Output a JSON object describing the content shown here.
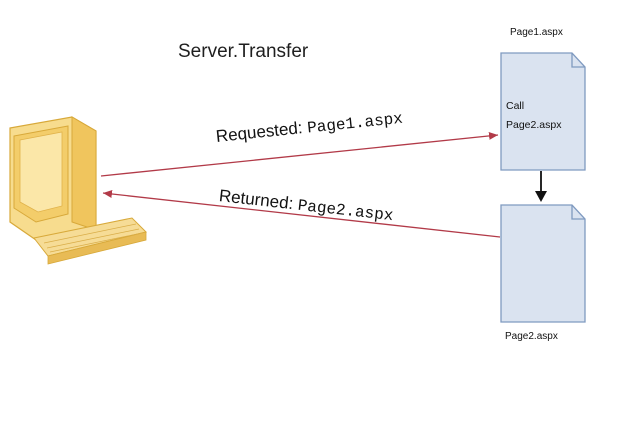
{
  "diagram": {
    "title": "Server.Transfer",
    "request": {
      "label": "Requested:",
      "page": "Page1.aspx"
    },
    "response": {
      "label": "Returned:",
      "page": "Page2.aspx"
    },
    "page1": {
      "caption": "Page1.aspx",
      "body_line1": "Call",
      "body_line2": "Page2.aspx"
    },
    "page2": {
      "caption": "Page2.aspx"
    },
    "icons": {
      "client": "computer-icon",
      "document": "document-icon"
    },
    "colors": {
      "arrow": "#b23a48",
      "document_fill": "#dae3f0",
      "document_stroke": "#7f9ac0",
      "computer_fill": "#f5d681"
    }
  }
}
